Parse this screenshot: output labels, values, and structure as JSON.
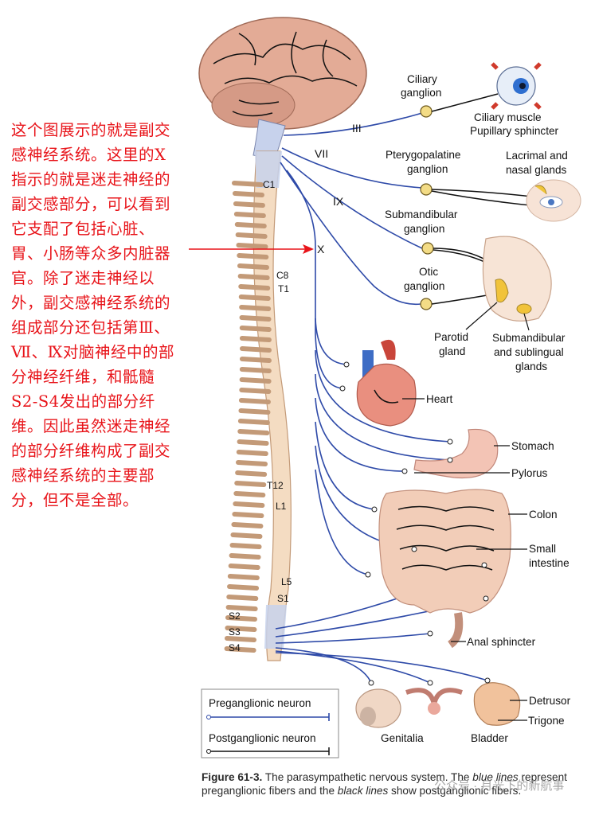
{
  "annotation": {
    "text": "这个图展示的就是副交感神经系统。这里的Ⅹ指示的就是迷走神经的副交感部分，可以看到它支配了包括心脏、胃、小肠等众多内脏器官。除了迷走神经以外，副交感神经系统的组成部分还包括第Ⅲ、Ⅶ、Ⅸ对脑神经中的部分神经纤维，和骶髓S2-S4发出的部分纤维。因此虽然迷走神经的部分纤维构成了副交感神经系统的主要部分，但不是全部。",
    "color": "#e8141a"
  },
  "nerves": {
    "iii": "III",
    "vii": "VII",
    "ix": "IX",
    "x": "X"
  },
  "vertebrae": {
    "c1": "C1",
    "c8": "C8",
    "t1": "T1",
    "t12": "T12",
    "l1": "L1",
    "l5": "L5",
    "s1": "S1",
    "s2": "S2",
    "s3": "S3",
    "s4": "S4"
  },
  "ganglia": {
    "ciliary": [
      "Ciliary",
      "ganglion"
    ],
    "pterygopalatine": [
      "Pterygopalatine",
      "ganglion"
    ],
    "submandibular": [
      "Submandibular",
      "ganglion"
    ],
    "otic": [
      "Otic",
      "ganglion"
    ]
  },
  "targets": {
    "ciliary_muscle": [
      "Ciliary muscle",
      "Pupillary sphincter"
    ],
    "lacrimal": [
      "Lacrimal and",
      "nasal glands"
    ],
    "parotid": [
      "Parotid",
      "gland"
    ],
    "submandibular_glands": [
      "Submandibular",
      "and sublingual",
      "glands"
    ],
    "heart": "Heart",
    "stomach": "Stomach",
    "pylorus": "Pylorus",
    "colon": "Colon",
    "small_intestine": [
      "Small",
      "intestine"
    ],
    "anal_sphincter": "Anal sphincter",
    "detrusor": "Detrusor",
    "trigone": "Trigone",
    "genitalia": "Genitalia",
    "bladder": "Bladder"
  },
  "legend": {
    "preganglionic": "Preganglionic neuron",
    "postganglionic": "Postganglionic neuron",
    "pre_color": "#2e4aa8",
    "post_color": "#111111"
  },
  "caption": {
    "label": "Figure 61-3.",
    "text1": " The parasympathetic nervous system. The ",
    "blue": "blue lines",
    "text2": " represent preganglionic fibers and the ",
    "black": "black lines",
    "text3": " show postganglionic fibers."
  },
  "watermark": "公众号 · 月光下的新航事"
}
